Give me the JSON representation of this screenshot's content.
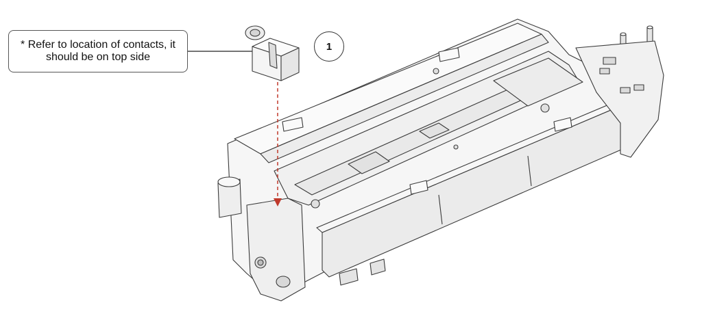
{
  "callout": {
    "text": "* Refer to location of contacts, it should be on top side"
  },
  "step": {
    "number": "1"
  },
  "colors": {
    "line": "#3a3a3a",
    "fill_light": "#f2f2f2",
    "fill_mid": "#e6e6e6",
    "guide_arrow": "#c0392b"
  },
  "parts": {
    "connector_part": "connector-part",
    "assembly": "frame-assembly"
  }
}
